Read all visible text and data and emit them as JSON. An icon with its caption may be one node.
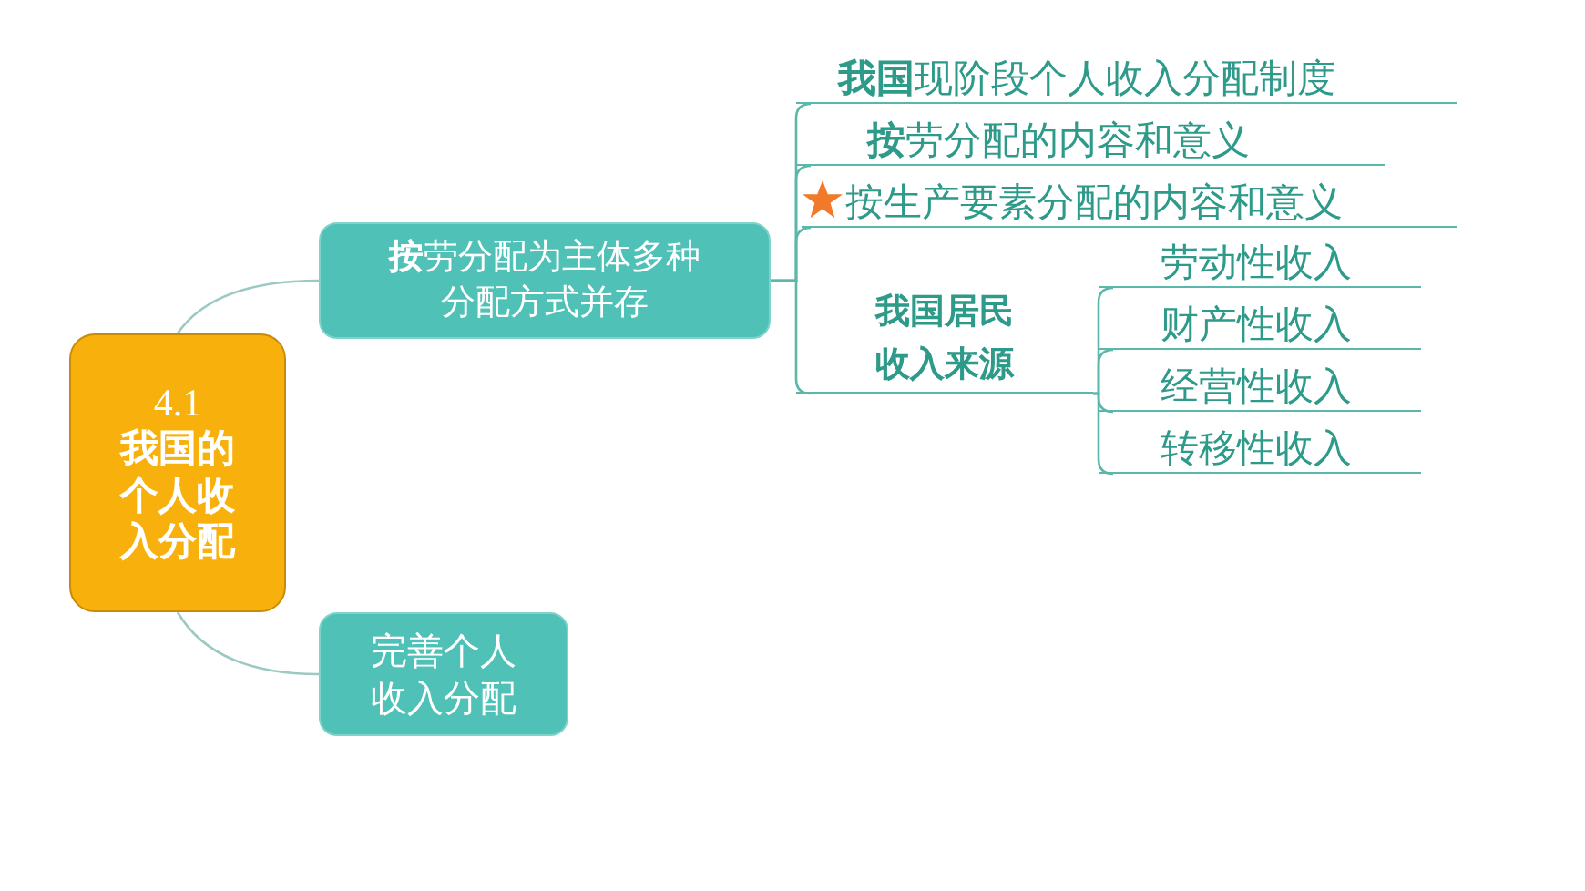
{
  "diagram": {
    "nodes": [
      {
        "text": [
          "4.1",
          "我国的个人收入分配"
        ]
      },
      {
        "text": [
          "**按**劳分配为主体多种分配方式并存"
        ]
      },
      {
        "text": [
          "完善个人收入分配"
        ]
      },
      {
        "text": [
          "**我国**现阶段个人收入分配制度"
        ]
      },
      {
        "text": [
          "**按**劳分配的内容和意义"
        ]
      },
      {
        "text": [
          "按生产要素分配的内容和意义"
        ]
      },
      {
        "text": [
          "我国居民收入来源"
        ]
      },
      {
        "text": [
          "劳动性收入"
        ]
      },
      {
        "text": [
          "财产性收入"
        ]
      },
      {
        "text": [
          "经营性收入"
        ]
      },
      {
        "text": [
          "转移性收入"
        ]
      }
    ],
    "edges": [
      {
        "from": 0,
        "to": 1,
        "arrow": "none"
      },
      {
        "from": 0,
        "to": 2,
        "arrow": "none"
      },
      {
        "from": 1,
        "to": 3,
        "arrow": "none"
      },
      {
        "from": 1,
        "to": 4,
        "arrow": "none"
      },
      {
        "from": 1,
        "to": 5,
        "arrow": "none"
      },
      {
        "from": 1,
        "to": 6,
        "arrow": "none"
      },
      {
        "from": 6,
        "to": 7,
        "arrow": "none"
      },
      {
        "from": 6,
        "to": 8,
        "arrow": "none"
      },
      {
        "from": 6,
        "to": 9,
        "arrow": "none"
      },
      {
        "from": 6,
        "to": 10,
        "arrow": "none"
      }
    ]
  }
}
